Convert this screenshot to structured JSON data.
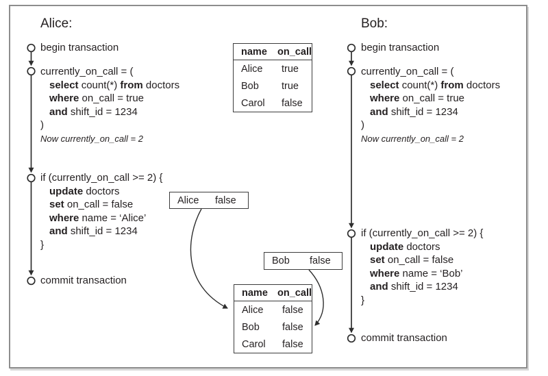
{
  "alice": {
    "title": "Alice:",
    "begin": "begin transaction",
    "commit": "commit transaction",
    "read_block": [
      {
        "i": 0,
        "n": 0,
        "s": [
          [
            0,
            "currently_on_call = ("
          ]
        ]
      },
      {
        "i": 1,
        "n": 0,
        "s": [
          [
            1,
            "select"
          ],
          [
            0,
            " count(*) "
          ],
          [
            1,
            "from"
          ],
          [
            0,
            " doctors"
          ]
        ]
      },
      {
        "i": 1,
        "n": 0,
        "s": [
          [
            1,
            "where"
          ],
          [
            0,
            " on_call = true"
          ]
        ]
      },
      {
        "i": 1,
        "n": 0,
        "s": [
          [
            1,
            "and"
          ],
          [
            0,
            " shift_id = 1234"
          ]
        ]
      },
      {
        "i": 0,
        "n": 0,
        "s": [
          [
            0,
            ")"
          ]
        ]
      },
      {
        "i": 0,
        "n": 1,
        "s": [
          [
            0,
            "Now currently_on_call = 2"
          ]
        ]
      }
    ],
    "write_block": [
      {
        "i": 0,
        "n": 0,
        "s": [
          [
            0,
            "if (currently_on_call >= 2) {"
          ]
        ]
      },
      {
        "i": 1,
        "n": 0,
        "s": [
          [
            1,
            "update"
          ],
          [
            0,
            " doctors"
          ]
        ]
      },
      {
        "i": 1,
        "n": 0,
        "s": [
          [
            1,
            "set"
          ],
          [
            0,
            " on_call = false"
          ]
        ]
      },
      {
        "i": 1,
        "n": 0,
        "s": [
          [
            1,
            "where"
          ],
          [
            0,
            " name = ‘Alice’"
          ]
        ]
      },
      {
        "i": 1,
        "n": 0,
        "s": [
          [
            1,
            "and"
          ],
          [
            0,
            " shift_id = 1234"
          ]
        ]
      },
      {
        "i": 0,
        "n": 0,
        "s": [
          [
            0,
            "}"
          ]
        ]
      }
    ]
  },
  "bob": {
    "title": "Bob:",
    "begin": "begin transaction",
    "commit": "commit transaction",
    "read_block": [
      {
        "i": 0,
        "n": 0,
        "s": [
          [
            0,
            "currently_on_call = ("
          ]
        ]
      },
      {
        "i": 1,
        "n": 0,
        "s": [
          [
            1,
            "select"
          ],
          [
            0,
            " count(*) "
          ],
          [
            1,
            "from"
          ],
          [
            0,
            " doctors"
          ]
        ]
      },
      {
        "i": 1,
        "n": 0,
        "s": [
          [
            1,
            "where"
          ],
          [
            0,
            " on_call = true"
          ]
        ]
      },
      {
        "i": 1,
        "n": 0,
        "s": [
          [
            1,
            "and"
          ],
          [
            0,
            " shift_id = 1234"
          ]
        ]
      },
      {
        "i": 0,
        "n": 0,
        "s": [
          [
            0,
            ")"
          ]
        ]
      },
      {
        "i": 0,
        "n": 1,
        "s": [
          [
            0,
            "Now currently_on_call = 2"
          ]
        ]
      }
    ],
    "write_block": [
      {
        "i": 0,
        "n": 0,
        "s": [
          [
            0,
            "if (currently_on_call >= 2) {"
          ]
        ]
      },
      {
        "i": 1,
        "n": 0,
        "s": [
          [
            1,
            "update"
          ],
          [
            0,
            " doctors"
          ]
        ]
      },
      {
        "i": 1,
        "n": 0,
        "s": [
          [
            1,
            "set"
          ],
          [
            0,
            " on_call = false"
          ]
        ]
      },
      {
        "i": 1,
        "n": 0,
        "s": [
          [
            1,
            "where"
          ],
          [
            0,
            " name = ‘Bob’"
          ]
        ]
      },
      {
        "i": 1,
        "n": 0,
        "s": [
          [
            1,
            "and"
          ],
          [
            0,
            " shift_id = 1234"
          ]
        ]
      },
      {
        "i": 0,
        "n": 0,
        "s": [
          [
            0,
            "}"
          ]
        ]
      }
    ]
  },
  "table_before": {
    "headers": [
      "name",
      "on_call"
    ],
    "rows": [
      [
        "Alice",
        "true"
      ],
      [
        "Bob",
        "true"
      ],
      [
        "Carol",
        "false"
      ]
    ]
  },
  "table_after": {
    "headers": [
      "name",
      "on_call"
    ],
    "rows": [
      [
        "Alice",
        "false"
      ],
      [
        "Bob",
        "false"
      ],
      [
        "Carol",
        "false"
      ]
    ]
  },
  "updates": {
    "alice": {
      "name": "Alice",
      "value": "false"
    },
    "bob": {
      "name": "Bob",
      "value": "false"
    }
  },
  "colors": {
    "text": "#231f20",
    "line": "#2e2e2e",
    "frame_border": "#8d8d8d"
  }
}
